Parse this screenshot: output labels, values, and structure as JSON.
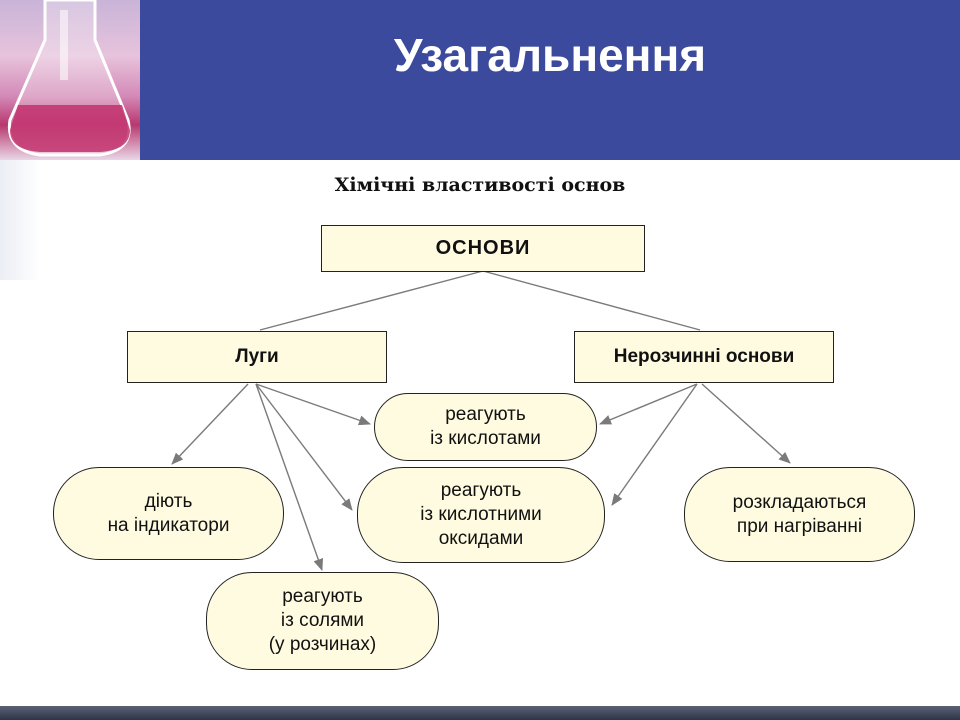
{
  "header": {
    "title": "Узагальнення"
  },
  "diagram": {
    "title": "Хімічні властивості основ",
    "root": "ОСНОВИ",
    "left": "Луги",
    "right": "Нерозчинні основи",
    "nodes": {
      "acids": "реагують\nіз кислотами",
      "indicators": "діють\nна індикатори",
      "oxides": "реагують\nіз кислотними\nоксидами",
      "decompose": "розкладаються\nпри нагріванні",
      "salts": "реагують\nіз солями\n(у розчинах)"
    }
  },
  "colors": {
    "header": "#3b4a9c",
    "box_fill": "#fffbe0",
    "arrow": "#7a7a7a"
  }
}
